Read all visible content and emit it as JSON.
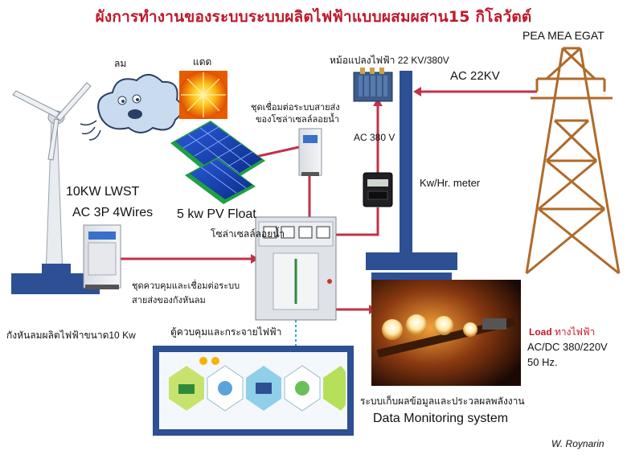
{
  "title": "ผังการทำงานของระบบระบบผลิตไฟฟ้าแบบผสมผสาน15 กิโลวัตต์",
  "labels": {
    "pea_mea": "PEA MEA EGAT",
    "wind": "ลม",
    "sun": "แดด",
    "transformer": "หม้อแปลงไฟฟ้า 22 KV/380V",
    "ac22": "AC 22KV",
    "pv_connector_line1": "ชุดเชื่อมต่อระบบสายส่ง",
    "pv_connector_line2": "ของโซล่าเซลล์ลอยน้ำ",
    "ac380": "AC 380 V",
    "meter": "Kw/Hr. meter",
    "lwst": "10KW LWST",
    "ac3p": "AC 3P 4Wires",
    "pv_float": "5 kw PV Float",
    "pv_float_th": "โซล่าเซลล์ลอยน้ำ",
    "wind_control_line1": "ชุดควบคุมและเชื่อมต่อระบบ",
    "wind_control_line2": "สายส่งของกังหันลม",
    "turbine_caption": "กังหันลมผลิตไฟฟ้าขนาด10 Kw",
    "distribution_cabinet": "ตู้ควบคุมและกระจายไฟฟ้า",
    "load_en": "Load",
    "load_th": " ทางไฟฟ้า",
    "load_spec1": "AC/DC 380/220V",
    "load_spec2": "50 Hz.",
    "monitoring_th": "ระบบเก็บผลข้อมูลและประวลผลพลังงาน",
    "monitoring_en": "Data Monitoring system",
    "signature": "W. Roynarin"
  },
  "colors": {
    "title": "#c0182a",
    "wire": "#c0314a",
    "bus": "#2d4f93",
    "ground": "#2d4f93"
  }
}
